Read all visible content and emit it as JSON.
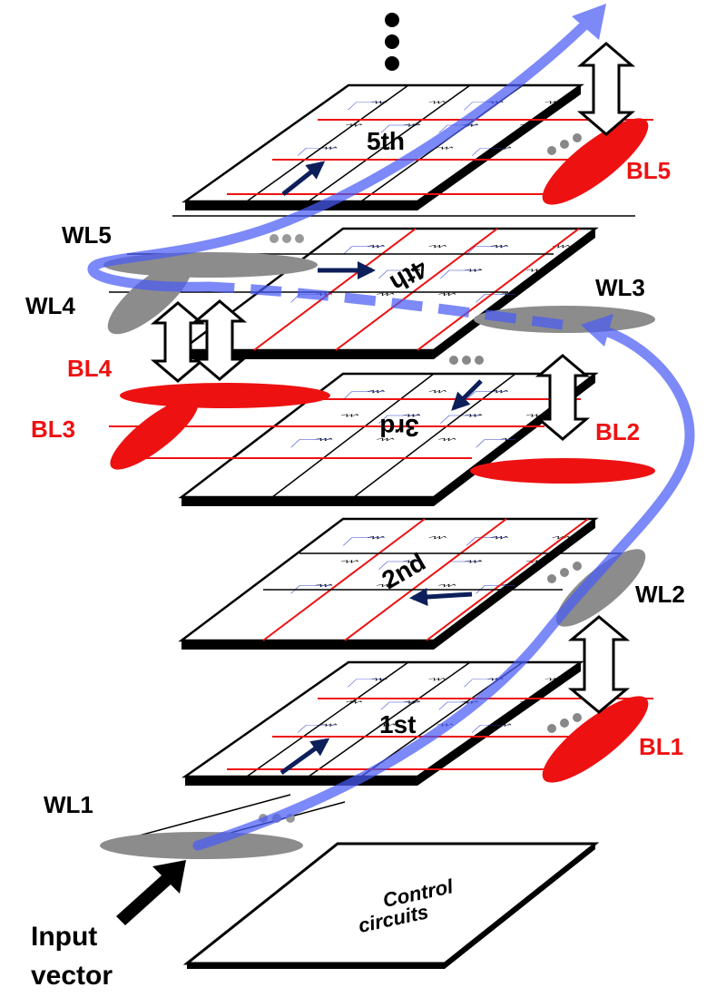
{
  "layers": [
    {
      "id": "layer1",
      "label": "1st",
      "word_line": "WL1",
      "bit_line": "BL1"
    },
    {
      "id": "layer2",
      "label": "2nd",
      "word_line": "WL2",
      "bit_line": "BL2"
    },
    {
      "id": "layer3",
      "label": "3rd",
      "word_line": "WL3",
      "bit_line": "BL3"
    },
    {
      "id": "layer4",
      "label": "4th",
      "word_line": "WL4",
      "bit_line": "BL4"
    },
    {
      "id": "layer5",
      "label": "5th",
      "word_line": "WL5",
      "bit_line": "BL5"
    }
  ],
  "control": {
    "line1": "Control",
    "line2": "circuits"
  },
  "input": {
    "line1": "Input",
    "line2": "vector"
  },
  "colors": {
    "bit_line": "#ee1111",
    "word_line": "#8c8c8c",
    "signal_path": "#4a5cf5",
    "local_arrow": "#0d1f5a",
    "wire_blue": "#3344cc"
  }
}
